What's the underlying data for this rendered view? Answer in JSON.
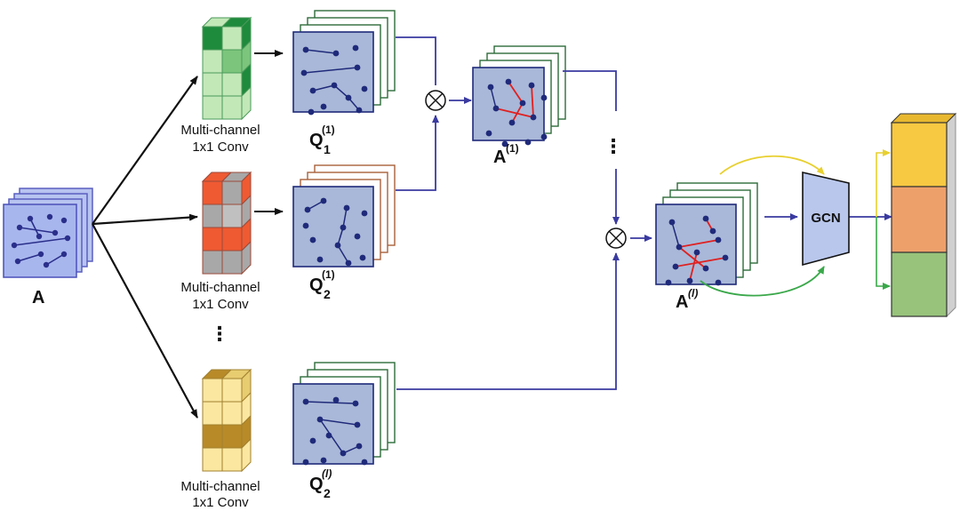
{
  "input_matrix": {
    "label": "A"
  },
  "conv_caption": {
    "line1": "Multi-channel",
    "line2": "1x1 Conv"
  },
  "ellipsis": "⋮",
  "q1_top": {
    "base": "Q",
    "sub": "1",
    "sup": "(1)"
  },
  "q2_mid": {
    "base": "Q",
    "sub": "2",
    "sup": "(1)"
  },
  "q2_bot": {
    "base": "Q",
    "sub": "2",
    "sup": "(l)"
  },
  "a1": {
    "base": "A",
    "sup": " (1)"
  },
  "al": {
    "base": "A",
    "sup": " (l)"
  },
  "gcn": {
    "label": "GCN"
  },
  "operators": {
    "multiply_symbol": "⊗"
  },
  "colors": {
    "graph_fill": "#a9b8d8",
    "graph_dots": "#1f2a7a",
    "red_edge": "#e02020",
    "flow_arrow": "#3a3aa0",
    "green_dark": "#1e8a3c",
    "green_light": "#b8e2b0",
    "red_accent": "#ef5a32",
    "gray_cell": "#a8a8a8",
    "yellow_light": "#fbe7a0",
    "yellow_dark": "#b88a28",
    "out_yellow": "#f7c842",
    "out_orange": "#eea06a",
    "out_green": "#97c37a",
    "gcn_fill": "#b9c7ec"
  }
}
